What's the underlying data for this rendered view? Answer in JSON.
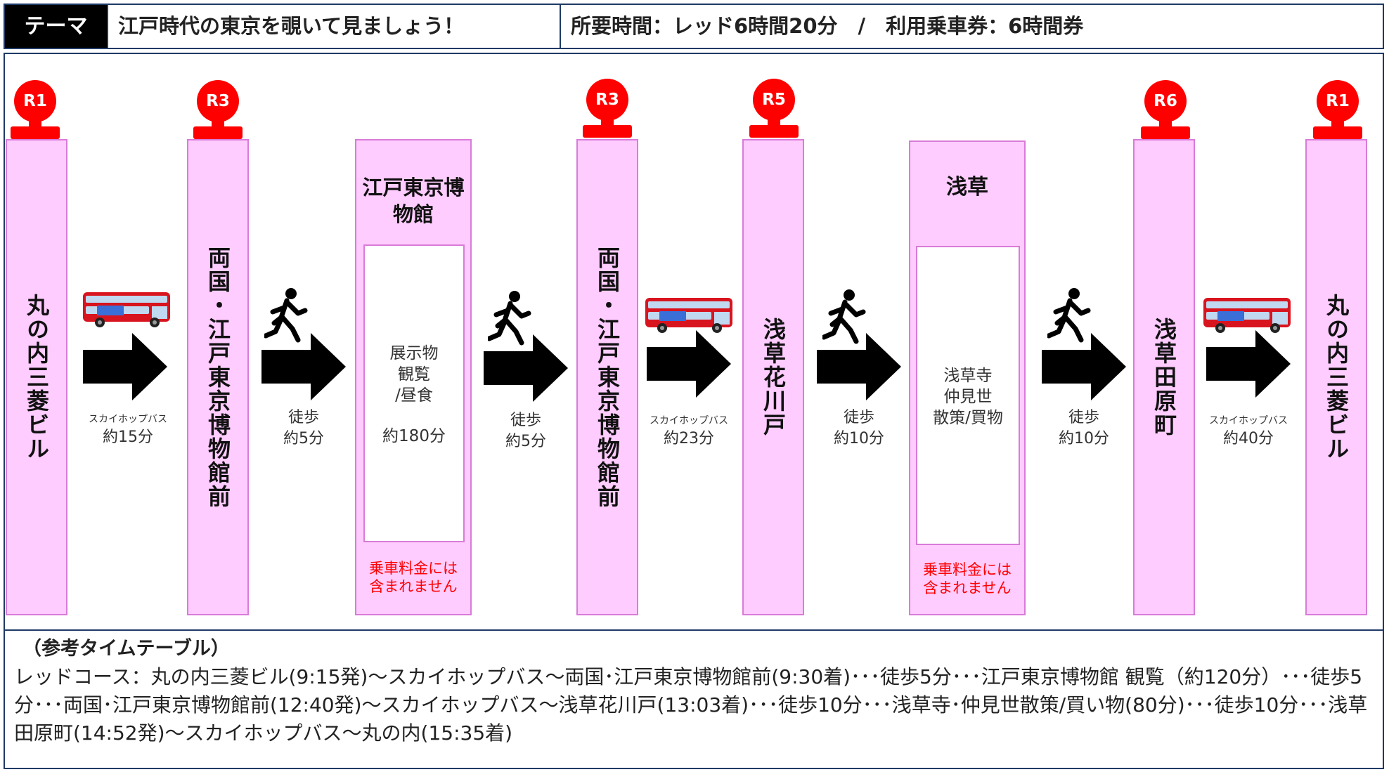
{
  "header": {
    "tag": "テーマ",
    "theme": "江戸時代の東京を覗いて見ましょう！",
    "info": "所要時間：レッド6時間20分　/　利用乗車券：6時間券"
  },
  "stops": [
    {
      "badge": "R1",
      "name": "丸の内三菱ビル"
    },
    {
      "badge": "R3",
      "name": "両国・江戸東京博物館前"
    },
    {
      "title": "江戸東京博物館",
      "activity": [
        "展示物",
        "観覧",
        "/昼食"
      ],
      "duration": "約180分",
      "note": [
        "乗車料金には",
        "含まれません"
      ]
    },
    {
      "badge": "R3",
      "name": "両国・江戸東京博物館前"
    },
    {
      "badge": "R5",
      "name": "浅草花川戸"
    },
    {
      "title": "浅草",
      "activity": [
        "浅草寺",
        "仲見世",
        "散策/買物"
      ],
      "note": [
        "乗車料金には",
        "含まれません"
      ]
    },
    {
      "badge": "R6",
      "name": "浅草田原町"
    },
    {
      "badge": "R1",
      "name": "丸の内三菱ビル"
    }
  ],
  "connectors": [
    {
      "icon": "bus-icon",
      "mode": "スカイホップバス",
      "time": "約15分"
    },
    {
      "icon": "walker-icon",
      "mode": "徒歩",
      "time": "約5分"
    },
    {
      "icon": "walker-icon",
      "mode": "徒歩",
      "time": "約5分"
    },
    {
      "icon": "bus-icon",
      "mode": "スカイホップバス",
      "time": "約23分"
    },
    {
      "icon": "walker-icon",
      "mode": "徒歩",
      "time": "約10分"
    },
    {
      "icon": "walker-icon",
      "mode": "徒歩",
      "time": "約10分"
    },
    {
      "icon": "bus-icon",
      "mode": "スカイホップバス",
      "time": "約40分"
    }
  ],
  "timetable": {
    "title": "（参考タイムテーブル）",
    "body": "レッドコース：丸の内三菱ビル(9:15発)～スカイホップバス～両国･江戸東京博物館前(9:30着)･･･徒歩5分･･･江戸東京博物館 観覧（約120分）･･･徒歩5分･･･両国･江戸東京博物館前(12:40発)～スカイホップバス～浅草花川戸(13:03着)･･･徒歩10分･･･浅草寺･仲見世散策/買い物(80分)･･･徒歩10分･･･浅草田原町(14:52発)～スカイホップバス～丸の内(15:35着)"
  },
  "colors": {
    "pink_fill": "#ffccff",
    "pink_border": "#d97bd9",
    "badge_red": "#ff0000",
    "note_red": "#ff0000",
    "frame_navy": "#1f3a66",
    "bus_red": "#d8141e"
  }
}
